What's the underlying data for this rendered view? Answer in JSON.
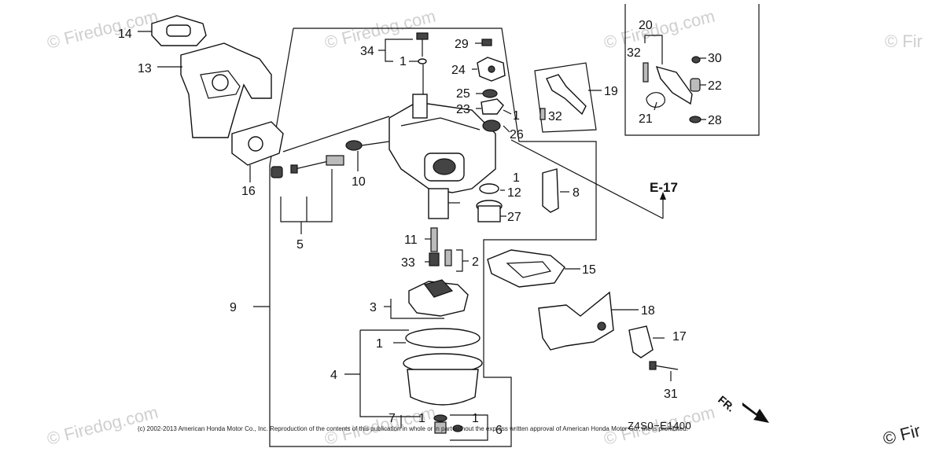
{
  "watermark": {
    "text": "© Firedog.com",
    "text_short": "© Fir"
  },
  "copyright": "(c) 2002-2013 American Honda Motor Co., Inc. Reproduction of the contents of this publication in whole or in part without the express written approval of American Honda Motor Co., Inc is prohibited.",
  "diagram_code": "Z4S0−E1400",
  "reference_label": "E-17",
  "direction_label": "FR.",
  "callouts": {
    "p1a": "1",
    "p1b": "1",
    "p1c": "1",
    "p1d": "1",
    "p1e": "1",
    "p1f": "1",
    "p2": "2",
    "p3": "3",
    "p4": "4",
    "p5": "5",
    "p6": "6",
    "p7": "7",
    "p8": "8",
    "p9": "9",
    "p10": "10",
    "p11": "11",
    "p12": "12",
    "p13": "13",
    "p14": "14",
    "p15": "15",
    "p16": "16",
    "p17": "17",
    "p18": "18",
    "p19": "19",
    "p20": "20",
    "p21": "21",
    "p22": "22",
    "p23": "23",
    "p24": "24",
    "p25": "25",
    "p26": "26",
    "p27": "27",
    "p28": "28",
    "p29": "29",
    "p30": "30",
    "p31": "31",
    "p32a": "32",
    "p32b": "32",
    "p33": "33",
    "p34": "34"
  }
}
